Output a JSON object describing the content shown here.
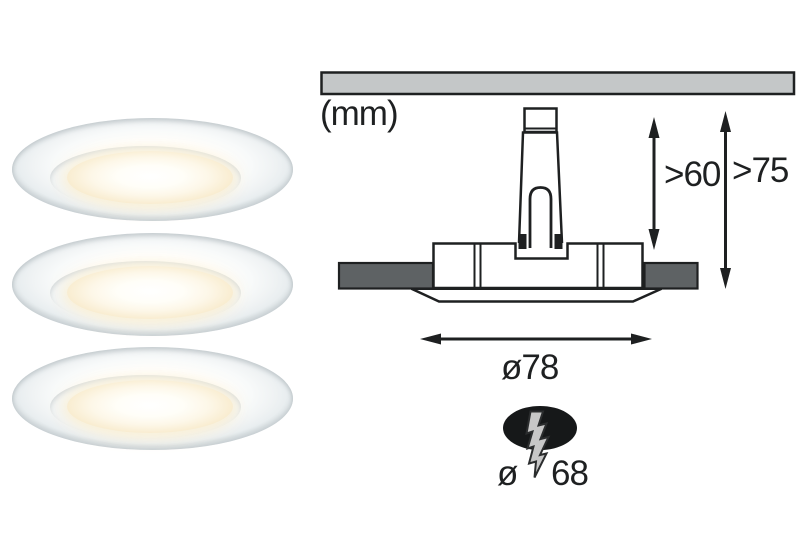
{
  "page": {
    "background": "#ffffff"
  },
  "product_image": {
    "item": "recessed-downlight",
    "count": 3,
    "colors": {
      "ring_white": "#f8fafa",
      "rim_gray": "#dde3e5",
      "lamp_warm": "#f4e2bd",
      "lamp_core": "#ffffff"
    }
  },
  "diagram": {
    "unit_label": "(mm)",
    "dimensions": {
      "recess_depth": {
        "label": ">60"
      },
      "total_depth": {
        "label": ">75"
      },
      "outer_diameter": {
        "label": "ø78"
      },
      "cutout": {
        "symbol": "ø",
        "value": "68"
      }
    },
    "colors": {
      "line": "#1e2021",
      "ceiling_fill": "#c4c7c8",
      "cut_fill": "#5e6264",
      "hole_fill": "#161819",
      "bolt_fill": "#c7c7c7",
      "white": "#ffffff"
    }
  }
}
